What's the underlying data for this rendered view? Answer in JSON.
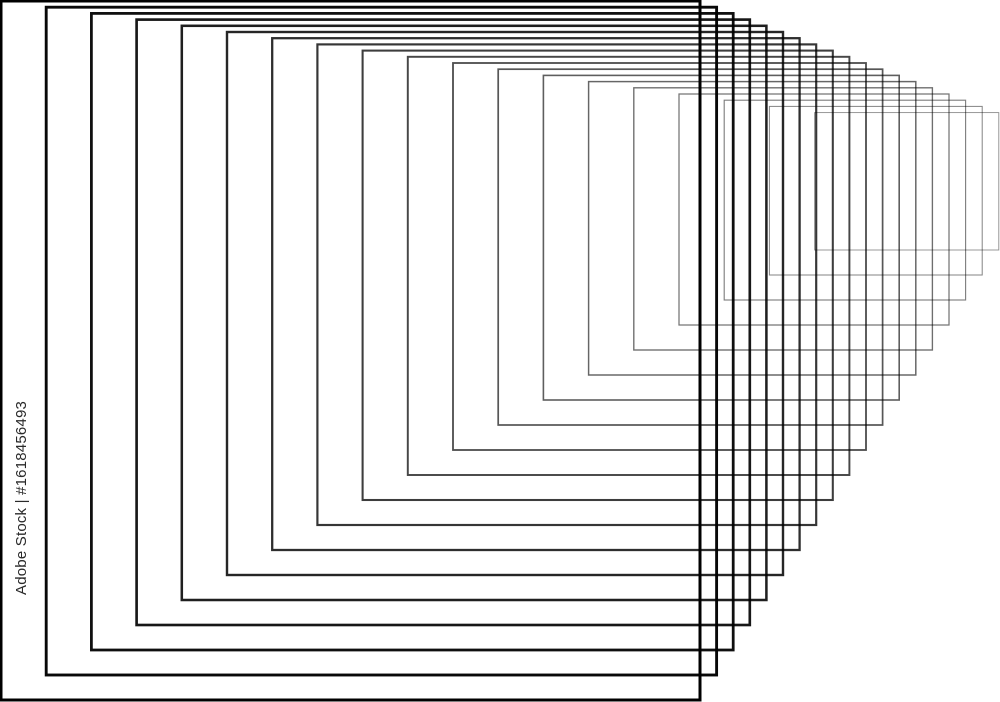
{
  "artwork": {
    "subject": "nested-square-outlines-perspective",
    "stroke_color": "#000000",
    "background_color": "#ffffff",
    "square_count": 19
  },
  "watermark": {
    "text": "Adobe Stock | #1618456493",
    "logo_text": "Adobe Stock"
  }
}
